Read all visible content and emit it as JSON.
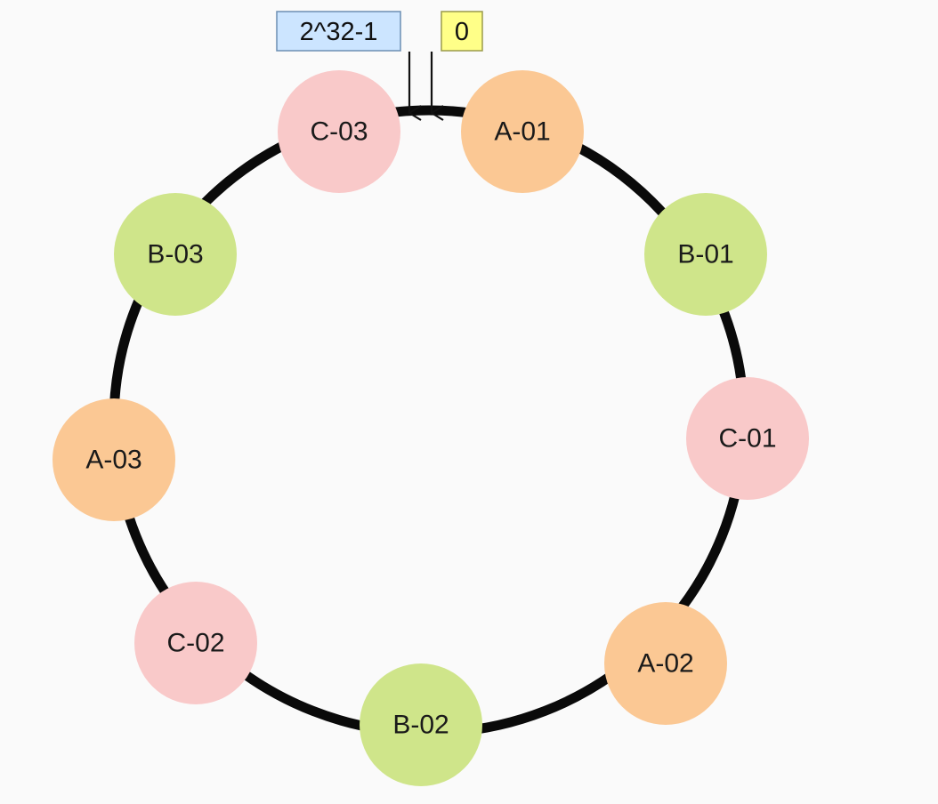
{
  "markers": [
    {
      "id": "max",
      "label": "2^32-1",
      "fill": "#cce5ff",
      "stroke": "#6c8fb3"
    },
    {
      "id": "zero",
      "label": "0",
      "fill": "#ffff88",
      "stroke": "#9a9a4a"
    }
  ],
  "node_colors": {
    "A": "#fbc894",
    "B": "#cfe58a",
    "C": "#f9c9c9"
  },
  "nodes": [
    {
      "label": "A-01",
      "group": "A"
    },
    {
      "label": "B-01",
      "group": "B"
    },
    {
      "label": "C-01",
      "group": "C"
    },
    {
      "label": "A-02",
      "group": "A"
    },
    {
      "label": "B-02",
      "group": "B"
    },
    {
      "label": "C-02",
      "group": "C"
    },
    {
      "label": "A-03",
      "group": "A"
    },
    {
      "label": "B-03",
      "group": "B"
    },
    {
      "label": "C-03",
      "group": "C"
    }
  ]
}
